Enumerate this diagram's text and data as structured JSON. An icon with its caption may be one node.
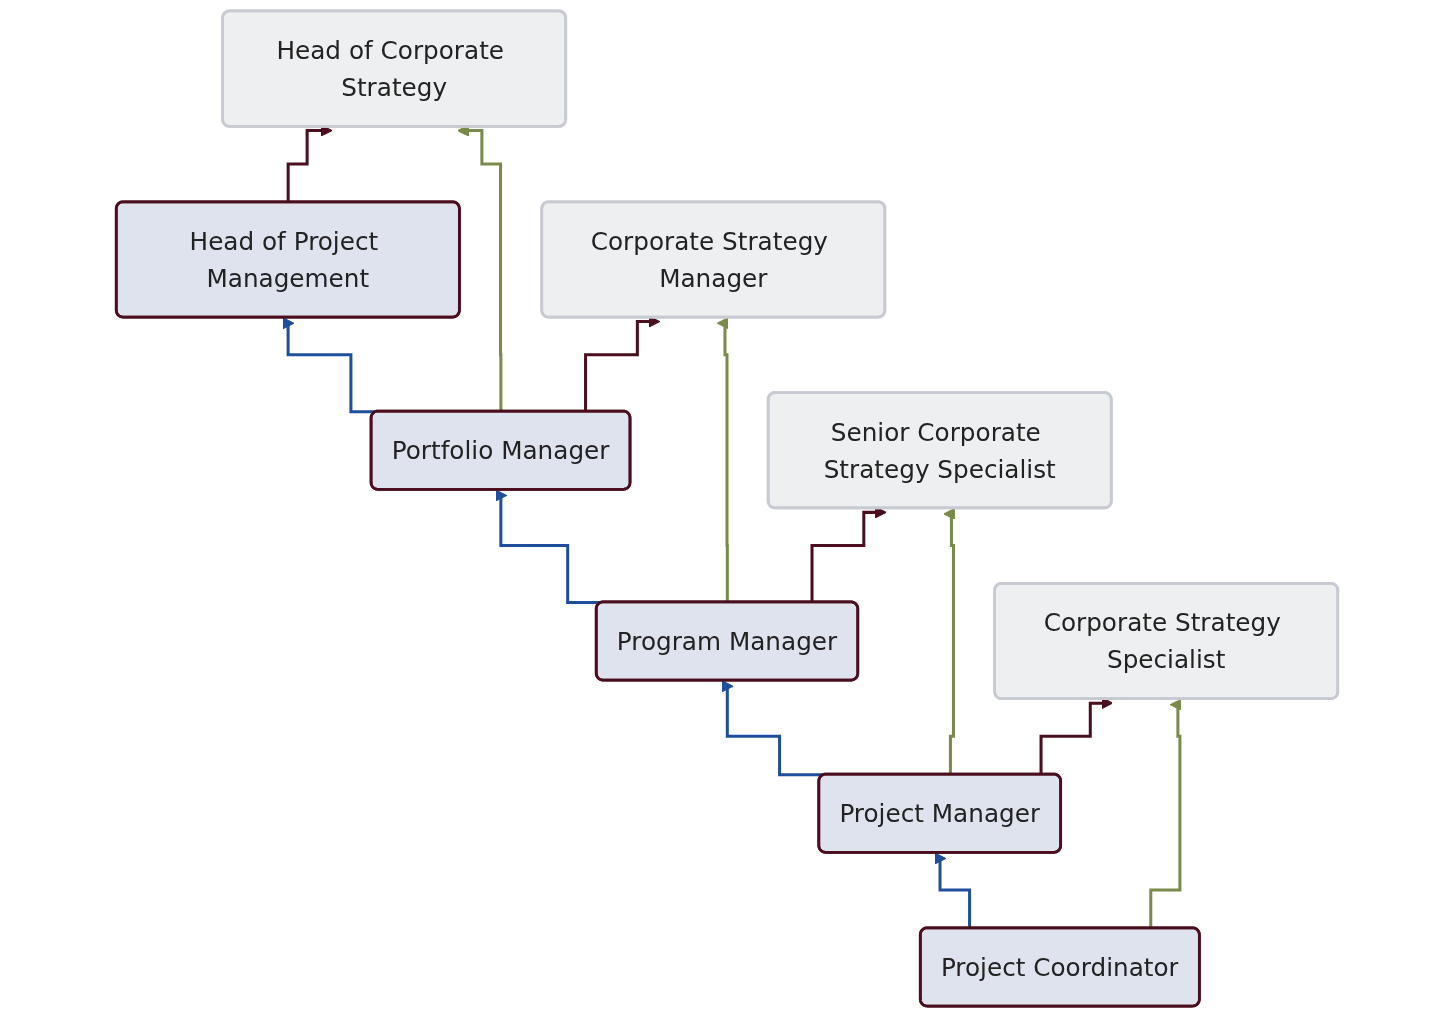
{
  "diagram": {
    "nodes": [
      {
        "text": [
          "Head of Project Management"
        ]
      },
      {
        "text": [
          "Portfolio Manager"
        ]
      },
      {
        "text": [
          "Program Manager"
        ]
      },
      {
        "text": [
          "Project Manager"
        ]
      },
      {
        "text": [
          "Project Coordinator"
        ]
      },
      {
        "text": [
          "Head of Corporate Strategy"
        ]
      },
      {
        "text": [
          "Corporate Strategy Manager"
        ]
      },
      {
        "text": [
          "Senior Corporate Strategy Specialist"
        ]
      },
      {
        "text": [
          "Corporate Strategy Specialist"
        ]
      }
    ],
    "edges": [
      {
        "from": 1,
        "to": 0,
        "arrow": "to",
        "color": "#1f4e9c"
      },
      {
        "from": 2,
        "to": 1,
        "arrow": "to",
        "color": "#1f4e9c"
      },
      {
        "from": 3,
        "to": 2,
        "arrow": "to",
        "color": "#1f4e9c"
      },
      {
        "from": 4,
        "to": 3,
        "arrow": "to",
        "color": "#1f4e9c"
      },
      {
        "from": 0,
        "to": 5,
        "arrow": "to",
        "color": "#4a0e1e"
      },
      {
        "from": 1,
        "to": 5,
        "arrow": "to",
        "color": "#7a8a4a"
      },
      {
        "from": 1,
        "to": 6,
        "arrow": "to",
        "color": "#4a0e1e"
      },
      {
        "from": 2,
        "to": 6,
        "arrow": "to",
        "color": "#7a8a4a"
      },
      {
        "from": 2,
        "to": 7,
        "arrow": "to",
        "color": "#4a0e1e"
      },
      {
        "from": 3,
        "to": 7,
        "arrow": "to",
        "color": "#7a8a4a"
      },
      {
        "from": 3,
        "to": 8,
        "arrow": "to",
        "color": "#4a0e1e"
      },
      {
        "from": 4,
        "to": 8,
        "arrow": "to",
        "color": "#7a8a4a"
      }
    ]
  }
}
